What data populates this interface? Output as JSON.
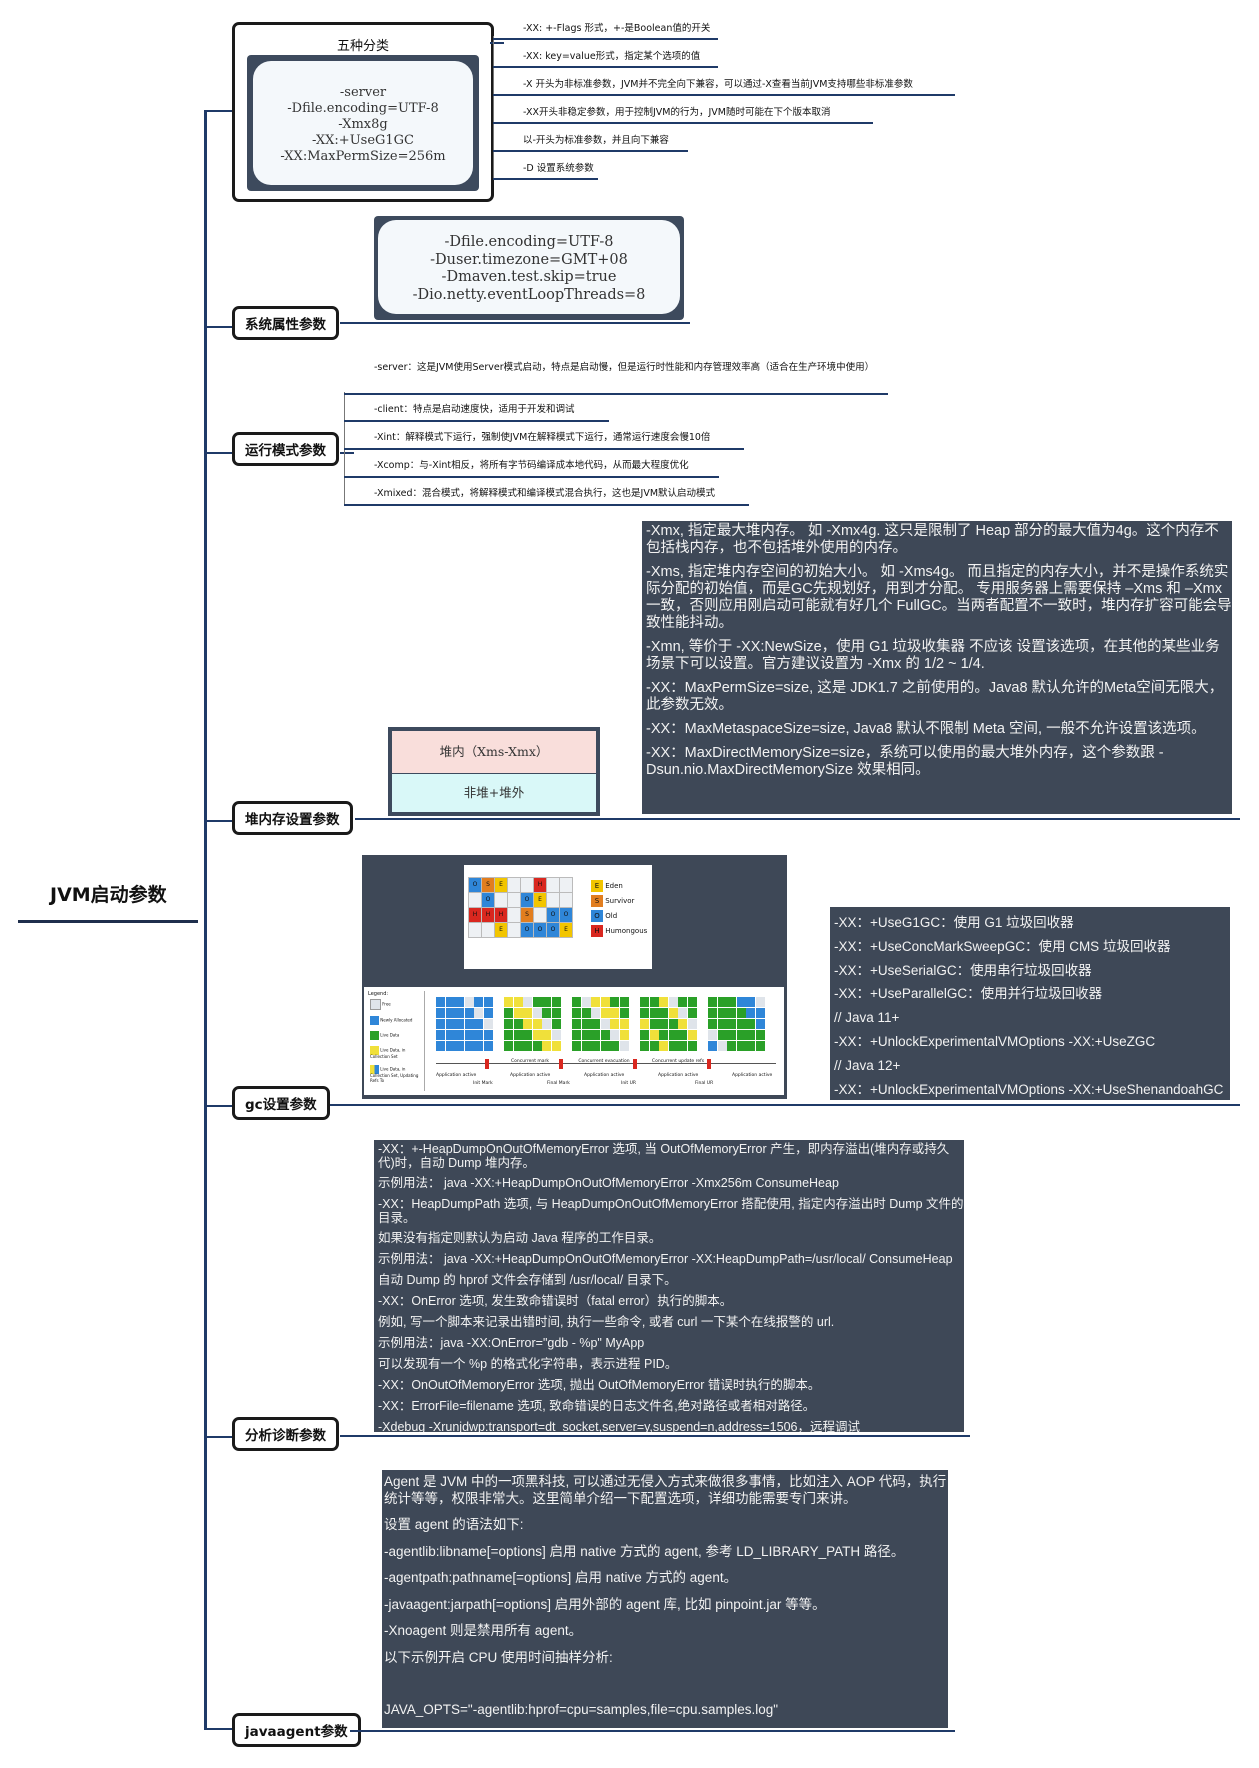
{
  "root": {
    "title": "JVM启动参数"
  },
  "five": {
    "title": "五种分类",
    "code": [
      "-server",
      "-Dfile.encoding=UTF-8",
      "-Xmx8g",
      "-XX:+UseG1GC",
      "-XX:MaxPermSize=256m"
    ],
    "items": [
      "-XX: +-Flags 形式，+-是Boolean值的开关",
      "-XX: key=value形式，指定某个选项的值",
      "-X 开头为非标准参数，JVM并不完全向下兼容，可以通过-X查看当前JVM支持哪些非标准参数",
      "-XX开头非稳定参数，用于控制JVM的行为，JVM随时可能在下个版本取消",
      "以-开头为标准参数，并且向下兼容",
      "-D 设置系统参数"
    ]
  },
  "sys": {
    "label": "系统属性参数",
    "code": [
      "-Dfile.encoding=UTF-8",
      "-Duser.timezone=GMT+08",
      "-Dmaven.test.skip=true",
      "-Dio.netty.eventLoopThreads=8"
    ]
  },
  "run": {
    "label": "运行模式参数",
    "items": [
      "-server：这是JVM使用Server模式启动，特点是启动慢，但是运行时性能和内存管理效率高（适合在生产环境中使用）",
      "-client：特点是启动速度快，适用于开发和调试",
      "-Xint：解释模式下运行，强制使JVM在解释模式下运行，通常运行速度会慢10倍",
      "-Xcomp：与-Xint相反，将所有字节码编译成本地代码，从而最大程度优化",
      "-Xmixed：混合模式，将解释模式和编译模式混合执行，这也是JVM默认启动模式"
    ]
  },
  "heap": {
    "label": "堆内存设置参数",
    "diagram_top": "堆内（Xms-Xmx）",
    "diagram_bottom": "非堆+堆外",
    "text": [
      "-Xmx, 指定最大堆内存。 如 -Xmx4g. 这只是限制了 Heap 部分的最大值为4g。这个内存不包括栈内存，也不包括堆外使用的内存。",
      "-Xms, 指定堆内存空间的初始大小。 如 -Xms4g。 而且指定的内存大小，并不是操作系统实际分配的初始值，而是GC先规划好，用到才分配。 专用服务器上需要保持 –Xms 和 –Xmx 一致，否则应用刚启动可能就有好几个 FullGC。当两者配置不一致时，堆内存扩容可能会导致性能抖动。",
      "-Xmn, 等价于 -XX:NewSize，使用 G1 垃圾收集器 不应该 设置该选项，在其他的某些业务场景下可以设置。官方建议设置为 -Xmx 的 1/2 ~ 1/4.",
      "-XX：MaxPermSize=size, 这是 JDK1.7 之前使用的。Java8 默认允许的Meta空间无限大，此参数无效。",
      "-XX：MaxMetaspaceSize=size, Java8 默认不限制 Meta 空间, 一般不允许设置该选项。",
      "-XX：MaxDirectMemorySize=size，系统可以使用的最大堆外内存，这个参数跟 -Dsun.nio.MaxDirectMemorySize 效果相同。"
    ]
  },
  "gc": {
    "label": "gc设置参数",
    "legend1": [
      "Eden",
      "Survivor",
      "Old",
      "Humongous"
    ],
    "legend1_letters": [
      "E",
      "S",
      "O",
      "H"
    ],
    "legend2_title": "Legend:",
    "legend2": [
      "Free",
      "Newly Allocated",
      "Live Data",
      "Live Data, in Collection Set",
      "Live Data, in Collection Set, Updating Refs To"
    ],
    "phases": [
      "Concurrent mark",
      "Concurrent evacuation",
      "Concurrent update refs"
    ],
    "timeline": [
      "Application active",
      "Init Mark",
      "Application active",
      "Final Mark",
      "Application active",
      "Init UR",
      "Application active",
      "Final UR",
      "Application active"
    ],
    "colors": {
      "eden": "#f2c500",
      "survivor": "#e27e1f",
      "old": "#2f86d8",
      "humongous": "#d9271f",
      "live": "#2aa028",
      "collect": "#f0e03a",
      "free": "#dfe4ea",
      "marker": "#d9271f"
    },
    "options": [
      "-XX：+UseG1GC：使用 G1 垃圾回收器",
      "-XX：+UseConcMarkSweepGC：使用 CMS 垃圾回收器",
      "-XX：+UseSerialGC：使用串行垃圾回收器",
      "-XX：+UseParallelGC：使用并行垃圾回收器",
      "// Java 11+",
      "-XX：+UnlockExperimentalVMOptions -XX:+UseZGC",
      "// Java 12+",
      "-XX：+UnlockExperimentalVMOptions -XX:+UseShenandoahGC"
    ]
  },
  "diag": {
    "label": "分析诊断参数",
    "lines": [
      "-XX：+-HeapDumpOnOutOfMemoryError 选项, 当 OutOfMemoryError 产生，即内存溢出(堆内存或持久代)时，自动 Dump 堆内存。",
      "示例用法： java -XX:+HeapDumpOnOutOfMemoryError -Xmx256m ConsumeHeap",
      "-XX：HeapDumpPath 选项, 与 HeapDumpOnOutOfMemoryError 搭配使用, 指定内存溢出时 Dump 文件的目录。",
      "如果没有指定则默认为启动 Java 程序的工作目录。",
      "示例用法： java -XX:+HeapDumpOnOutOfMemoryError -XX:HeapDumpPath=/usr/local/ ConsumeHeap",
      "自动 Dump 的 hprof 文件会存储到 /usr/local/ 目录下。",
      "-XX：OnError 选项, 发生致命错误时（fatal error）执行的脚本。",
      "例如, 写一个脚本来记录出错时间, 执行一些命令, 或者 curl 一下某个在线报警的 url.",
      "示例用法：java -XX:OnError=\"gdb - %p\" MyApp",
      "可以发现有一个 %p 的格式化字符串，表示进程 PID。",
      "-XX：OnOutOfMemoryError 选项, 抛出 OutOfMemoryError 错误时执行的脚本。",
      "-XX：ErrorFile=filename 选项, 致命错误的日志文件名,绝对路径或者相对路径。",
      "-Xdebug -Xrunjdwp:transport=dt_socket,server=y,suspend=n,address=1506，远程调试"
    ]
  },
  "agent": {
    "label": "javaagent参数",
    "lines": [
      "Agent 是 JVM 中的一项黑科技, 可以通过无侵入方式来做很多事情，比如注入 AOP 代码，执行统计等等，权限非常大。这里简单介绍一下配置选项，详细功能需要专门来讲。",
      "设置 agent 的语法如下:",
      "-agentlib:libname[=options] 启用 native 方式的 agent, 参考 LD_LIBRARY_PATH 路径。",
      "-agentpath:pathname[=options] 启用 native 方式的 agent。",
      "-javaagent:jarpath[=options] 启用外部的 agent 库, 比如 pinpoint.jar 等等。",
      "-Xnoagent 则是禁用所有 agent。",
      "以下示例开启 CPU 使用时间抽样分析:",
      "",
      "JAVA_OPTS=\"-agentlib:hprof=cpu=samples,file=cpu.samples.log\""
    ]
  }
}
